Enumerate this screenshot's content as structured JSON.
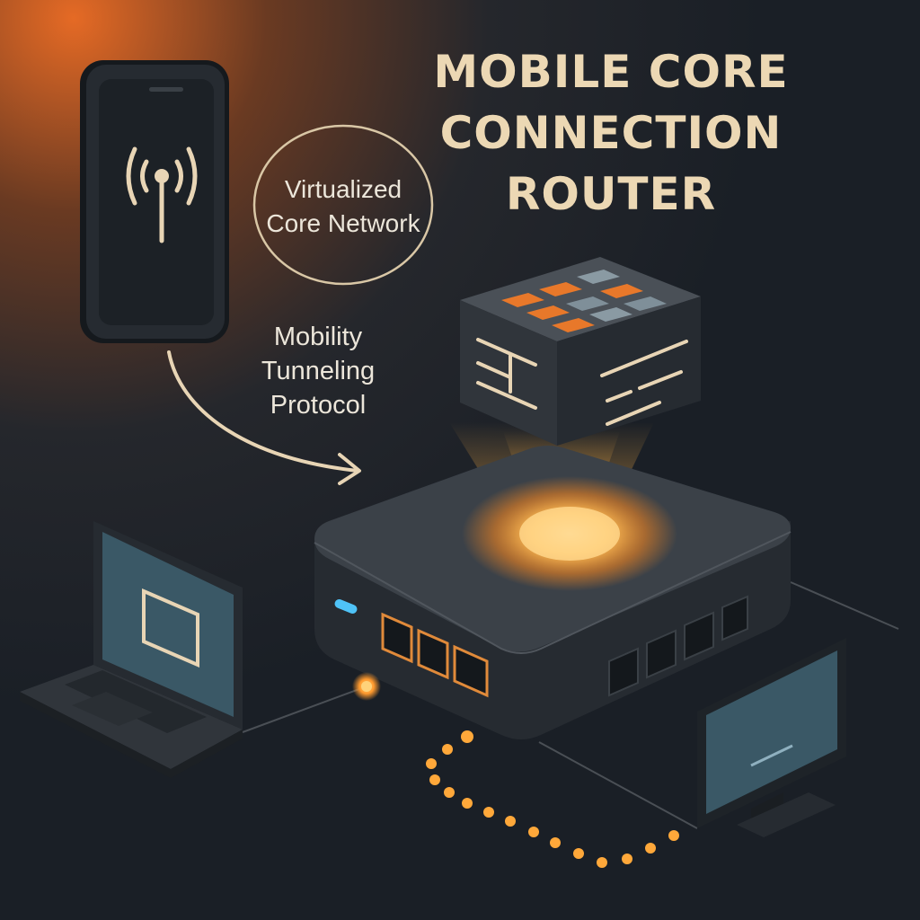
{
  "diagram": {
    "title_lines": [
      "MOBILE CORE",
      "CONNECTION",
      "ROUTER"
    ],
    "core_label_lines": [
      "Virtualized",
      "Core Network"
    ],
    "protocol_label_lines": [
      "Mobility",
      "Tunneling",
      "Protocol"
    ]
  },
  "colors": {
    "background": "#1a1f26",
    "glow_orange": "#ff9a2e",
    "title_cream": "#ecd8b4",
    "label_light": "#ece6da",
    "device_dark": "#262b31",
    "screen_teal": "#3a5866",
    "status_led": "#4fc3f7"
  },
  "icons": {
    "phone_screen": "signal-tower-icon",
    "laptop_screen": "window-frame-icon",
    "connector": "curved-arrow-icon"
  }
}
